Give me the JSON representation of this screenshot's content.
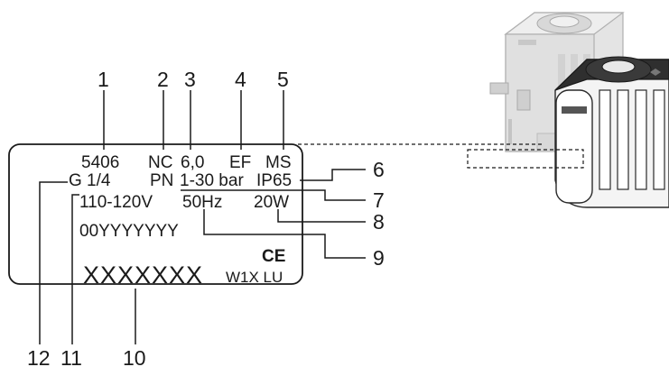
{
  "label_plate": {
    "row1": {
      "code": "5406",
      "function": "NC",
      "orifice": "6,0",
      "coil_type": "EF",
      "housing": "MS"
    },
    "row2": {
      "thread": "G 1/4",
      "pn": "PN",
      "pressure": "1-30 bar",
      "protection": "IP65"
    },
    "row3": {
      "voltage": "110-120V",
      "frequency": "50Hz",
      "power": "20W"
    },
    "row4": {
      "serial": "00YYYYYYY"
    },
    "row5": {
      "ce_mark": "CE",
      "date_code": "XXXXXXX",
      "plant_code": "W1X LU"
    }
  },
  "callouts": [
    "1",
    "2",
    "3",
    "4",
    "5",
    "6",
    "7",
    "8",
    "9",
    "10",
    "11",
    "12"
  ]
}
